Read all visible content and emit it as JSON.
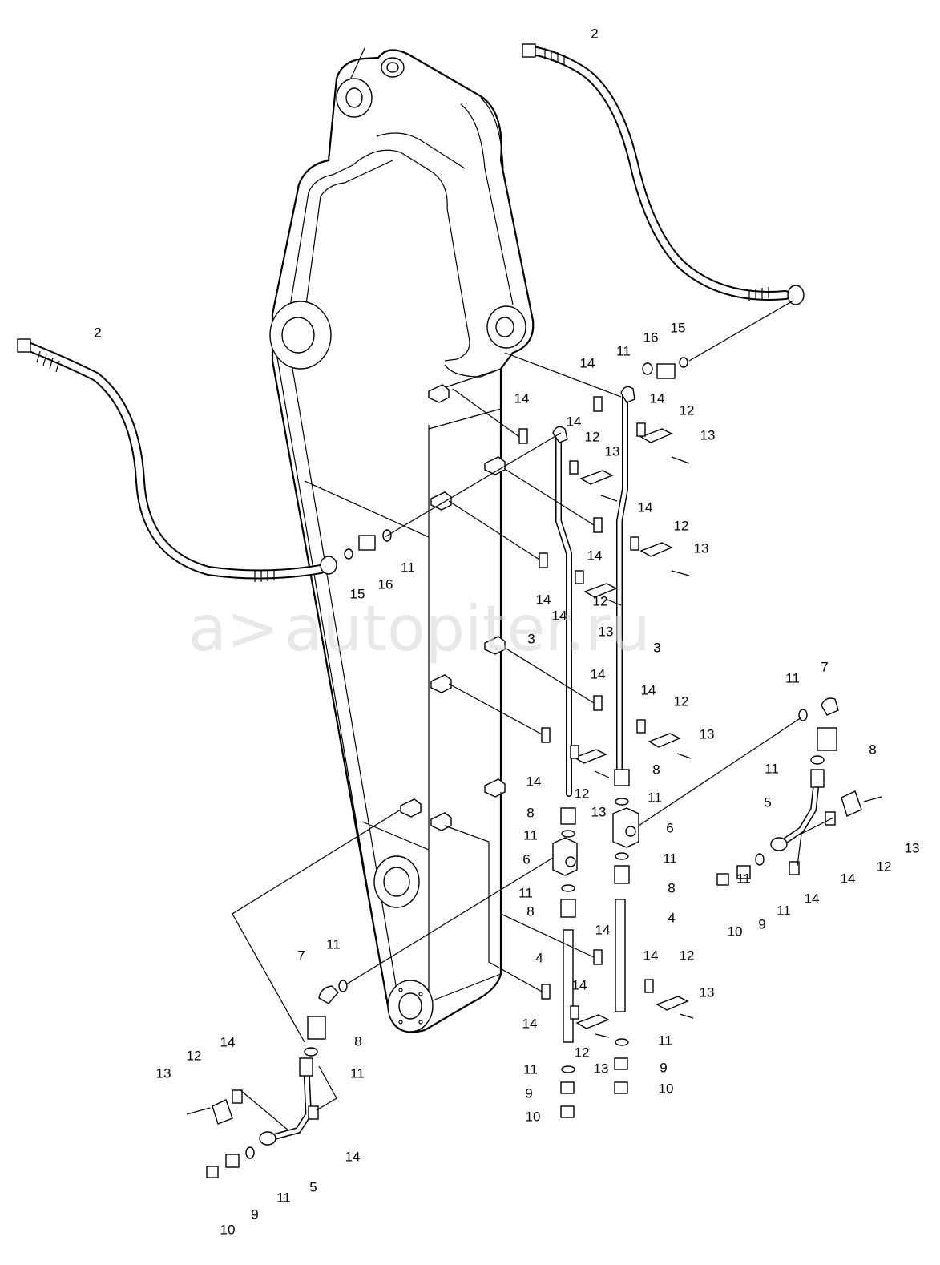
{
  "watermark": {
    "logo_text": "a>",
    "site_text": "autopiter.ru"
  },
  "callouts": {
    "2_top": "2",
    "2_left": "2",
    "3_left": "3",
    "3_right": "3",
    "4_left": "4",
    "4_right": "4",
    "5_left": "5",
    "5_right": "5",
    "6_left": "6",
    "6_right": "6",
    "7_left": "7",
    "7_right": "7",
    "8_a": "8",
    "8_b": "8",
    "8_c": "8",
    "8_d": "8",
    "8_e": "8",
    "8_f": "8",
    "9_a": "9",
    "9_b": "9",
    "9_c": "9",
    "9_d": "9",
    "10_a": "10",
    "10_b": "10",
    "10_c": "10",
    "10_d": "10",
    "11_a": "11",
    "11_b": "11",
    "11_c": "11",
    "11_d": "11",
    "11_e": "11",
    "11_f": "11",
    "11_g": "11",
    "11_h": "11",
    "11_i": "11",
    "11_j": "11",
    "11_k": "11",
    "11_l": "11",
    "11_m": "11",
    "11_n": "11",
    "11_o": "11",
    "12_a": "12",
    "12_b": "12",
    "12_c": "12",
    "12_d": "12",
    "12_e": "12",
    "12_f": "12",
    "12_g": "12",
    "12_h": "12",
    "12_i": "12",
    "12_j": "12",
    "13_a": "13",
    "13_b": "13",
    "13_c": "13",
    "13_d": "13",
    "13_e": "13",
    "13_f": "13",
    "13_g": "13",
    "13_h": "13",
    "13_i": "13",
    "13_j": "13",
    "14_a": "14",
    "14_b": "14",
    "14_c": "14",
    "14_d": "14",
    "14_e": "14",
    "14_f": "14",
    "14_g": "14",
    "14_h": "14",
    "14_i": "14",
    "14_j": "14",
    "14_k": "14",
    "14_l": "14",
    "14_m": "14",
    "14_n": "14",
    "14_o": "14",
    "14_p": "14",
    "14_q": "14",
    "14_r": "14",
    "14_s": "14",
    "15_top": "15",
    "15_left": "15",
    "16_top": "16",
    "16_left": "16"
  }
}
